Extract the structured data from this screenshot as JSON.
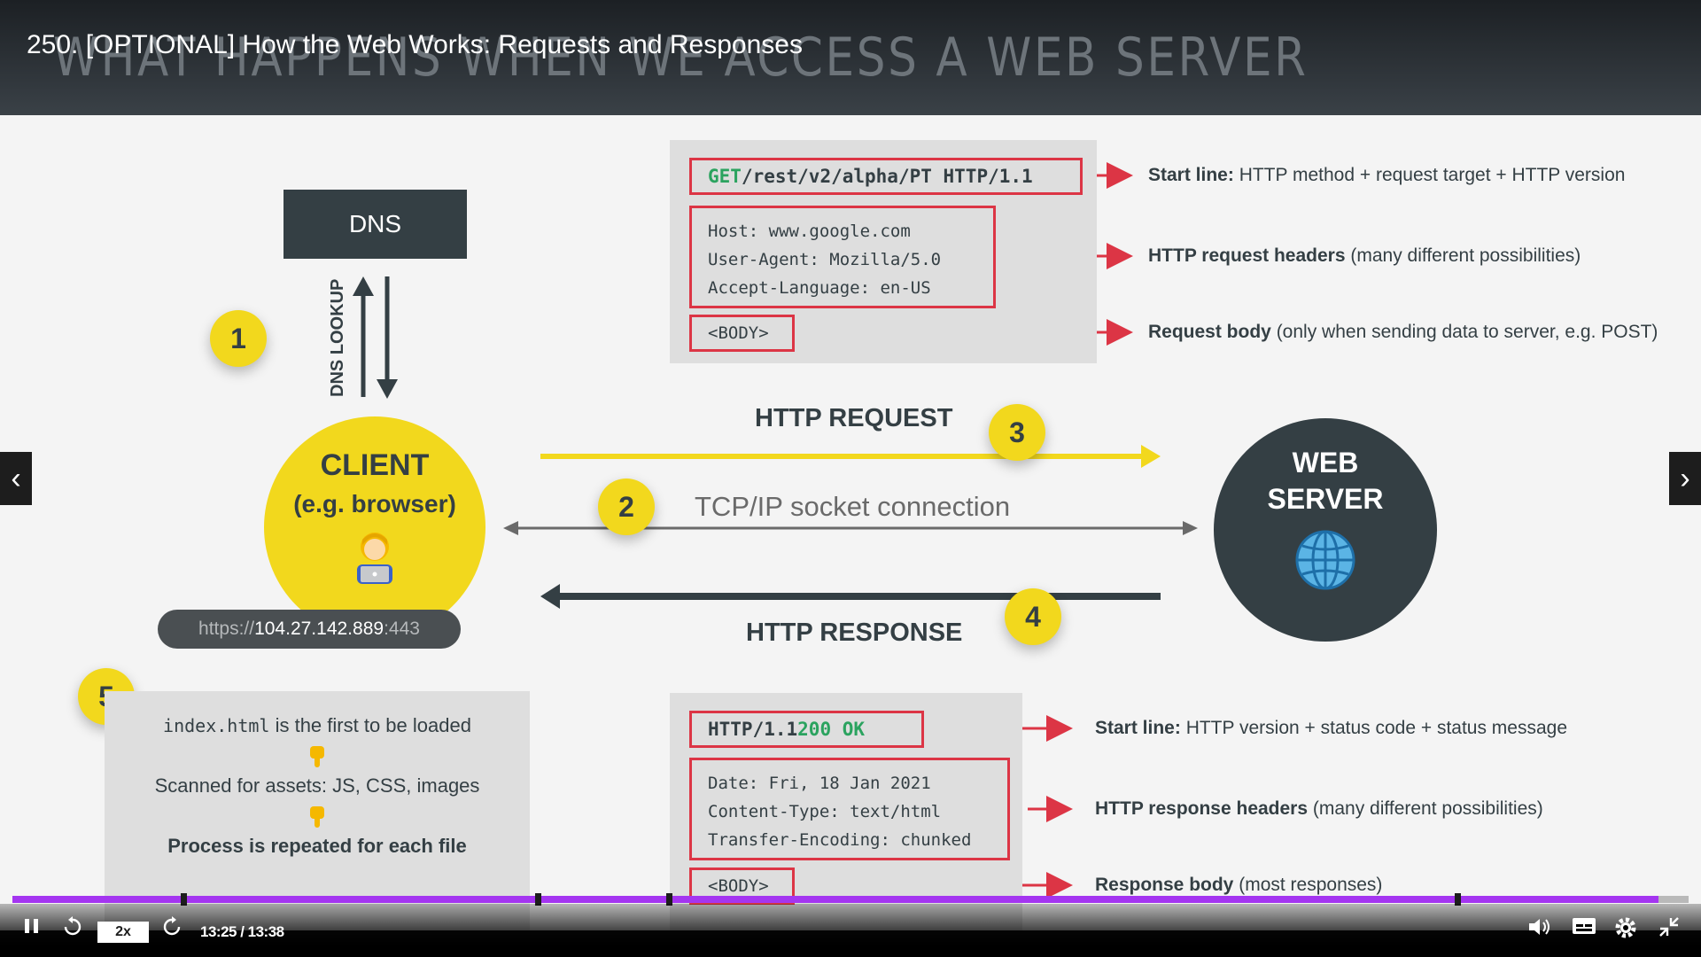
{
  "header": {
    "lecture_title": "250. [OPTIONAL] How the Web Works: Requests and Responses",
    "slide_heading": "WHAT HAPPENS WHEN WE ACCESS A WEB SERVER"
  },
  "diagram": {
    "dns": "DNS",
    "dns_lookup": "DNS LOOKUP",
    "client_line1": "CLIENT",
    "client_line2": "(e.g. browser)",
    "url_scheme": "https://",
    "url_host": "104.27.142.889",
    "url_port": ":443",
    "server_line1": "WEB",
    "server_line2": "SERVER",
    "http_request": "HTTP REQUEST",
    "tcp_ip": "TCP/IP socket connection",
    "http_response": "HTTP RESPONSE",
    "steps": [
      "1",
      "2",
      "3",
      "4",
      "5"
    ]
  },
  "request": {
    "method": "GET",
    "start_rest": " /rest/v2/alpha/PT HTTP/1.1",
    "headers": "Host: www.google.com\nUser-Agent: Mozilla/5.0\nAccept-Language: en-US",
    "body": "<BODY>",
    "ann_start_bold": "Start line:",
    "ann_start_rest": " HTTP method + request target + HTTP version",
    "ann_headers_bold": "HTTP request headers",
    "ann_headers_rest": " (many different possibilities)",
    "ann_body_bold": "Request body",
    "ann_body_rest": " (only when sending data to server, e.g. POST)"
  },
  "response": {
    "start_prefix": "HTTP/1.1 ",
    "status": "200 OK",
    "headers": "Date: Fri, 18 Jan 2021\nContent-Type: text/html\nTransfer-Encoding: chunked",
    "body": "<BODY>",
    "ann_start_bold": "Start line:",
    "ann_start_rest": " HTTP version + status code + status message",
    "ann_headers_bold": "HTTP response headers",
    "ann_headers_rest": " (many different possibilities)",
    "ann_body_bold": "Response body",
    "ann_body_rest": " (most responses)"
  },
  "assets": {
    "mono": "index.html",
    "line1_rest": " is the first to be loaded",
    "line2": "Scanned for assets: JS, CSS, images",
    "line3": "Process is repeated for each file"
  },
  "player": {
    "speed": "2x",
    "time": "13:25 / 13:38",
    "progress": 0.982
  },
  "colors": {
    "accent_yellow": "#f2d81d",
    "dark": "#343f44",
    "red": "#dc3545",
    "green": "#2ba35f",
    "progress": "#a435f0"
  }
}
